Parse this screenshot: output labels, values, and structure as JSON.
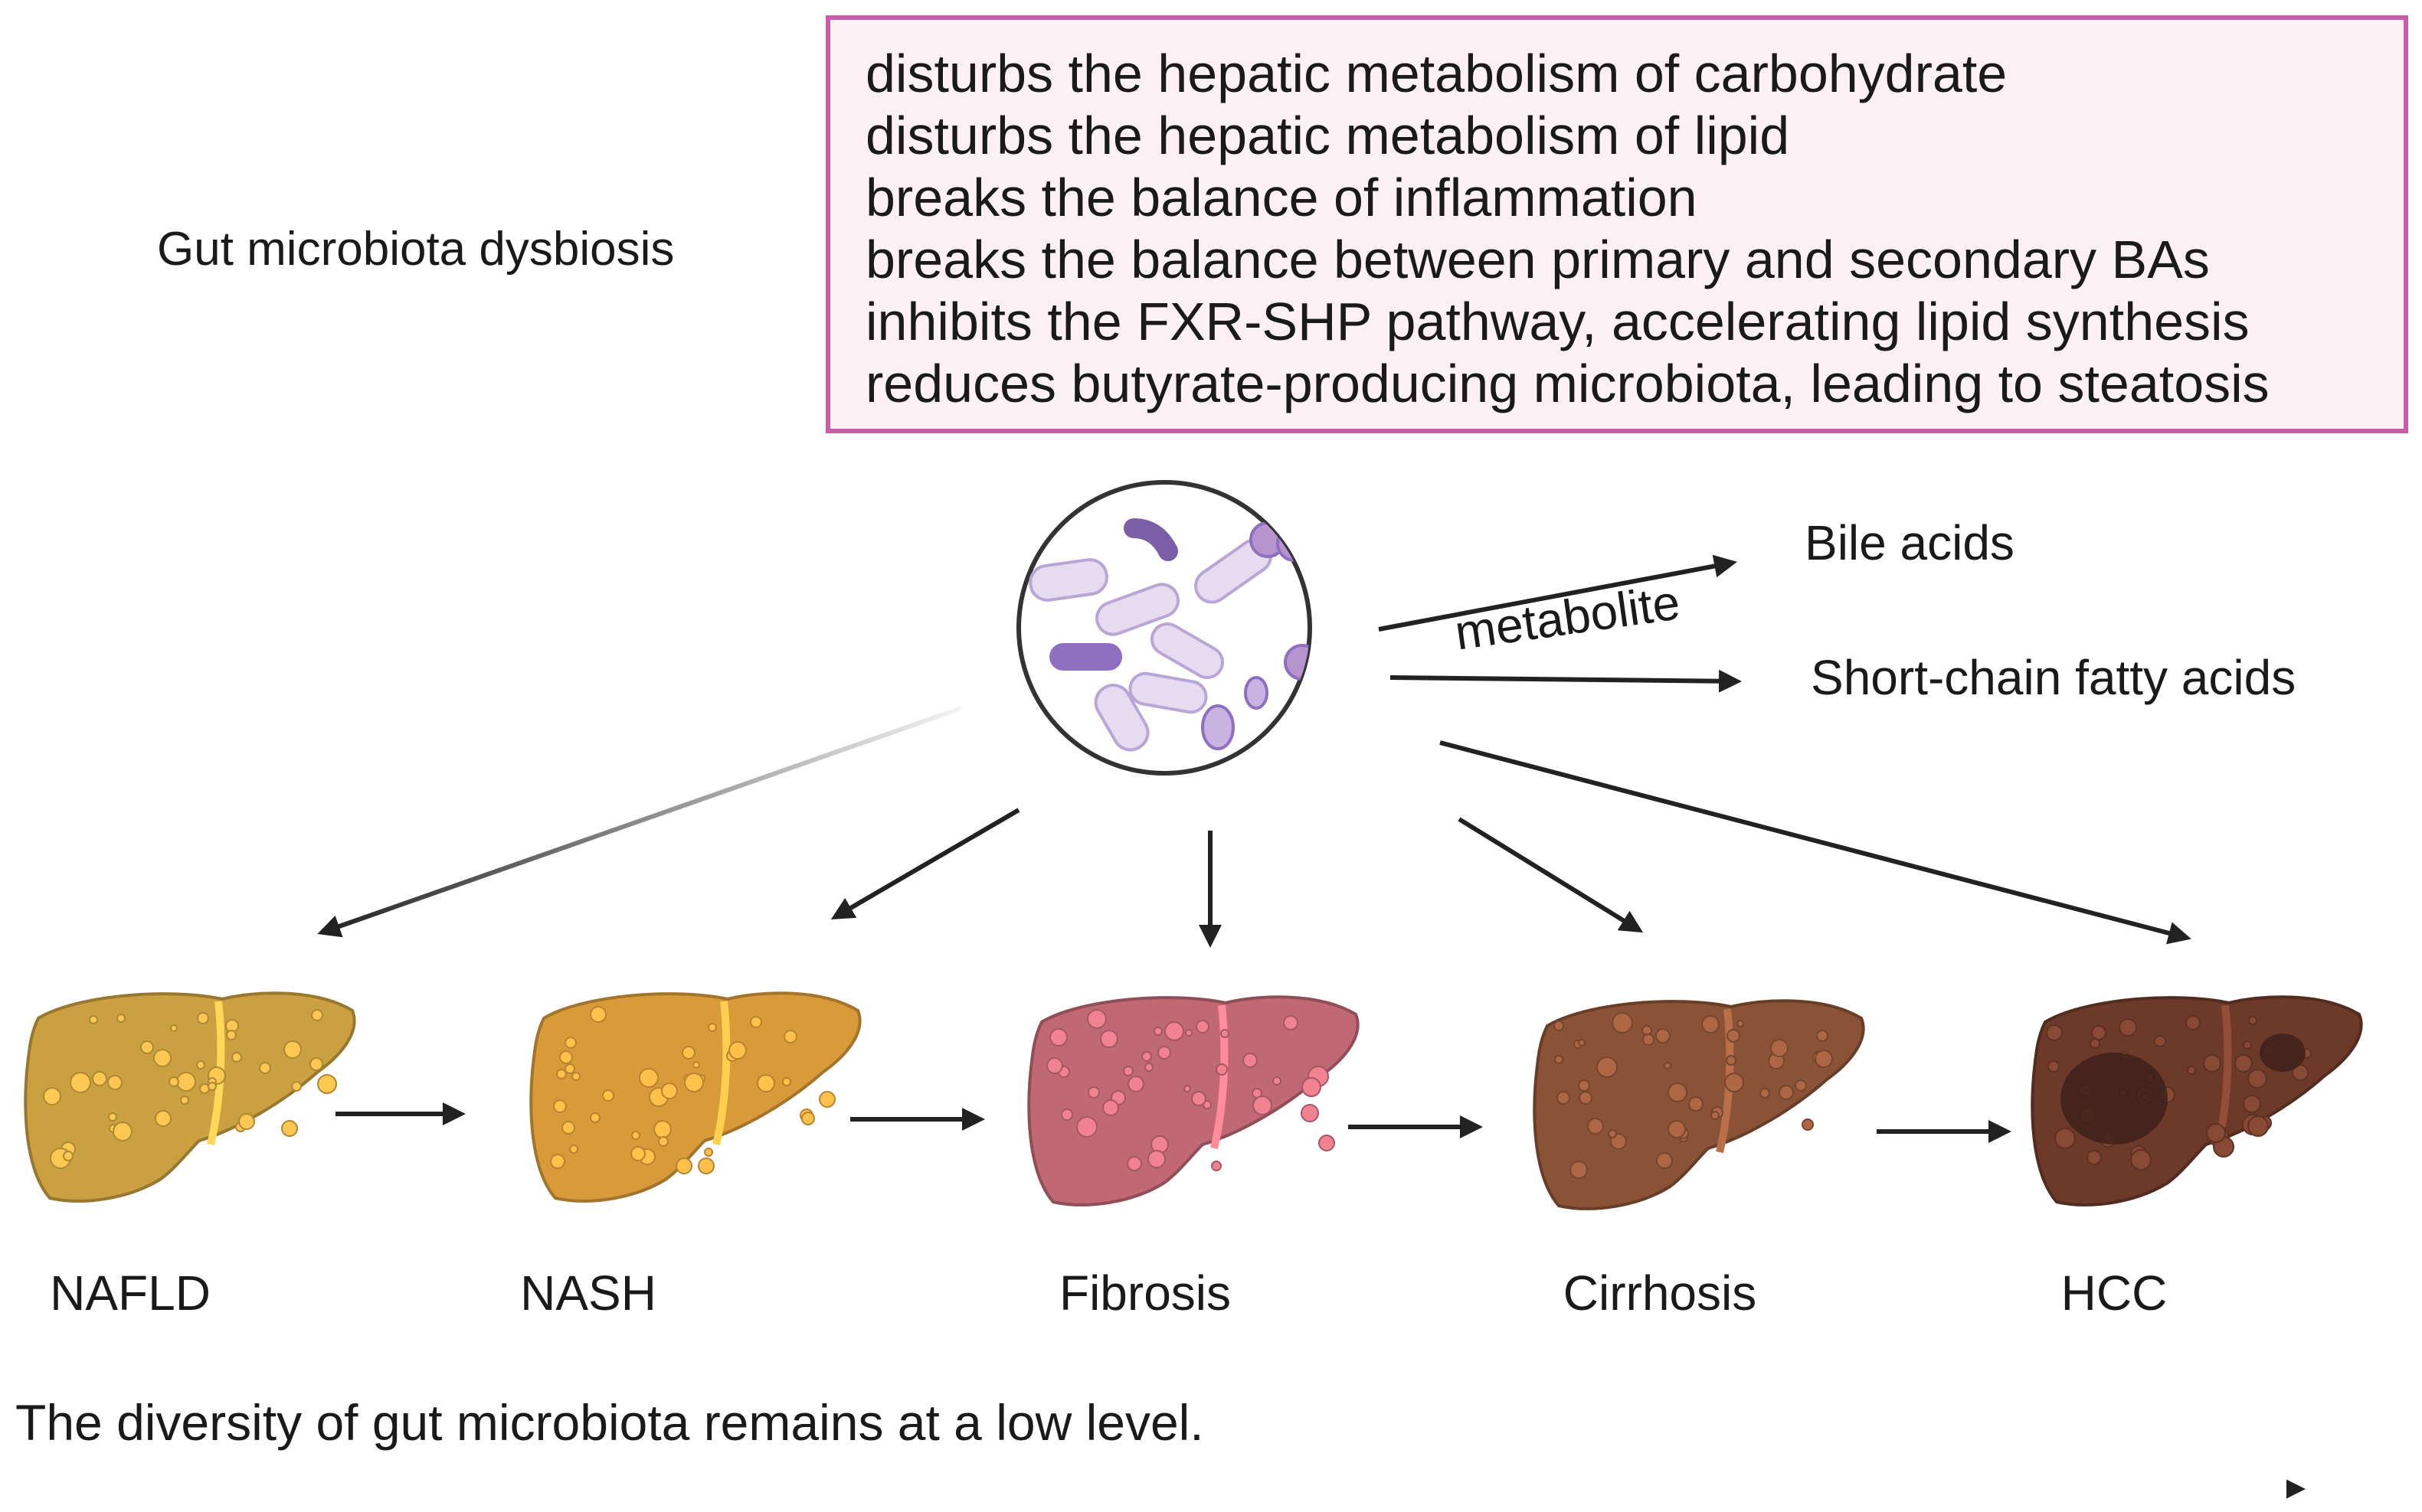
{
  "title": "Gut microbiota dysbiosis",
  "effects_box": {
    "lines": [
      "disturbs the hepatic metabolism of carbohydrate",
      "disturbs the hepatic metabolism of lipid",
      "breaks the balance of inflammation",
      "breaks the balance between primary and secondary BAs",
      "inhibits the FXR-SHP pathway, accelerating lipid synthesis",
      "reduces butyrate-producing microbiota, leading to  steatosis"
    ],
    "border_color": "#c45fa8",
    "fill_color": "#fdf1f6"
  },
  "metabolite": {
    "label": "metabolite",
    "outputs": [
      "Bile acids",
      "Short-chain fatty acids"
    ]
  },
  "stages": [
    {
      "label": "NAFLD",
      "liver_color": "#caa041"
    },
    {
      "label": "NASH",
      "liver_color": "#d99a3a"
    },
    {
      "label": "Fibrosis",
      "liver_color": "#c06874"
    },
    {
      "label": "Cirrhosis",
      "liver_color": "#8a5236"
    },
    {
      "label": "HCC",
      "liver_color": "#6d3a2a"
    }
  ],
  "footer": "The diversity of gut microbiota remains at a low level."
}
